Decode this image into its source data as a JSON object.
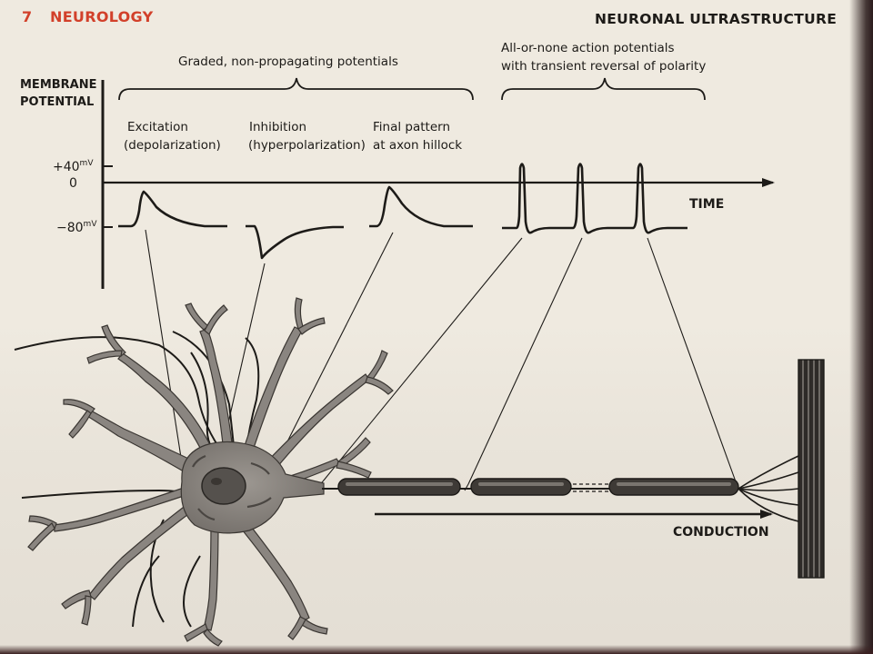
{
  "header": {
    "chapter_number": "7",
    "chapter_title": "NEUROLOGY",
    "section_title": "NEURONAL ULTRASTRUCTURE"
  },
  "diagram": {
    "y_axis_label_line1": "MEMBRANE",
    "y_axis_label_line2": "POTENTIAL",
    "ticks": {
      "plus40_base": "+40",
      "plus40_unit": "mV",
      "zero": "0",
      "minus80_base": "−80",
      "minus80_unit": "mV"
    },
    "x_axis_label": "TIME",
    "conduction_label": "CONDUCTION",
    "group_graded": "Graded, non-propagating potentials",
    "group_action_line1": "All-or-none action potentials",
    "group_action_line2": "with transient reversal of polarity",
    "excitation_line1": "Excitation",
    "excitation_line2": "(depolarization)",
    "inhibition_line1": "Inhibition",
    "inhibition_line2": "(hyperpolarization)",
    "final_line1": "Final pattern",
    "final_line2": "at axon hillock",
    "colors": {
      "accent": "#d2402a",
      "ink": "#1d1b18",
      "paper": "#efeae0",
      "neuron_fill": "#8a8580",
      "nucleus_fill": "#55514d"
    }
  }
}
